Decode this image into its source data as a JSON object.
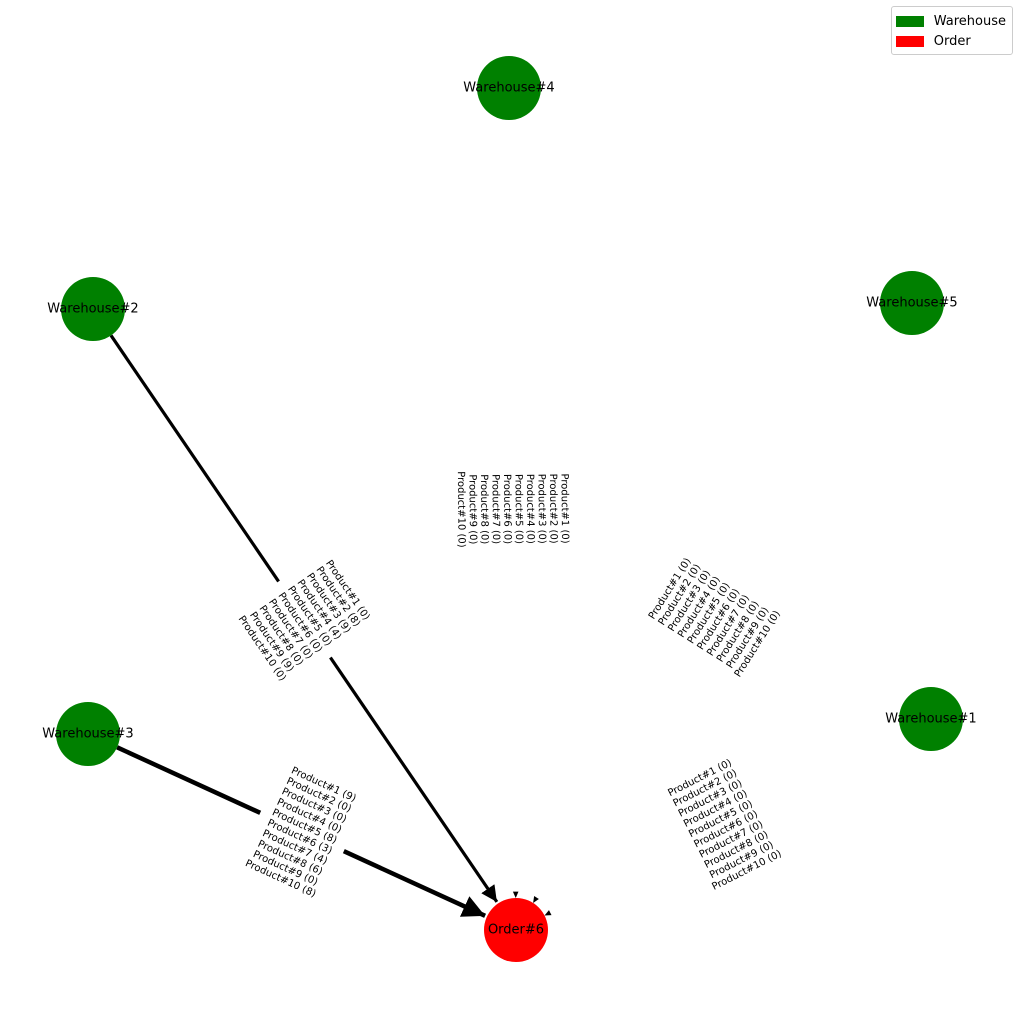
{
  "legend": {
    "items": [
      {
        "label": "Warehouse",
        "color": "#008000"
      },
      {
        "label": "Order",
        "color": "#ff0000"
      }
    ]
  },
  "diagram": {
    "nodes": [
      {
        "id": "w4",
        "label": "Warehouse#4",
        "kind": "warehouse"
      },
      {
        "id": "w2",
        "label": "Warehouse#2",
        "kind": "warehouse"
      },
      {
        "id": "w5",
        "label": "Warehouse#5",
        "kind": "warehouse"
      },
      {
        "id": "w3",
        "label": "Warehouse#3",
        "kind": "warehouse"
      },
      {
        "id": "w1",
        "label": "Warehouse#1",
        "kind": "warehouse"
      },
      {
        "id": "o6",
        "label": "Order#6",
        "kind": "order"
      }
    ],
    "edges": [
      {
        "from": "w2",
        "to": "o6",
        "drawn": true,
        "weight": "normal",
        "label": [
          "Product#1 (0)",
          "Product#2 (8)",
          "Product#3 (9)",
          "Product#4 (4)",
          "Product#5 (0)",
          "Product#6 (0)",
          "Product#7 (0)",
          "Product#8 (0)",
          "Product#9 (9)",
          "Product#10 (0)"
        ]
      },
      {
        "from": "w3",
        "to": "o6",
        "drawn": true,
        "weight": "heavy",
        "label": [
          "Product#1 (9)",
          "Product#2 (0)",
          "Product#3 (0)",
          "Product#4 (0)",
          "Product#5 (8)",
          "Product#6 (3)",
          "Product#7 (4)",
          "Product#8 (6)",
          "Product#9 (0)",
          "Product#10 (8)"
        ]
      },
      {
        "from": "w4",
        "to": "o6",
        "drawn": false,
        "label": [
          "Product#1 (0)",
          "Product#2 (0)",
          "Product#3 (0)",
          "Product#4 (0)",
          "Product#5 (0)",
          "Product#6 (0)",
          "Product#7 (0)",
          "Product#8 (0)",
          "Product#9 (0)",
          "Product#10 (0)"
        ]
      },
      {
        "from": "w5",
        "to": "o6",
        "drawn": false,
        "label": [
          "Product#1 (0)",
          "Product#2 (0)",
          "Product#3 (0)",
          "Product#4 (0)",
          "Product#5 (0)",
          "Product#6 (0)",
          "Product#7 (0)",
          "Product#8 (0)",
          "Product#9 (0)",
          "Product#10 (0)"
        ]
      },
      {
        "from": "w1",
        "to": "o6",
        "drawn": false,
        "label": [
          "Product#1 (0)",
          "Product#2 (0)",
          "Product#3 (0)",
          "Product#4 (0)",
          "Product#5 (0)",
          "Product#6 (0)",
          "Product#7 (0)",
          "Product#8 (0)",
          "Product#9 (0)",
          "Product#10 (0)"
        ]
      }
    ]
  }
}
